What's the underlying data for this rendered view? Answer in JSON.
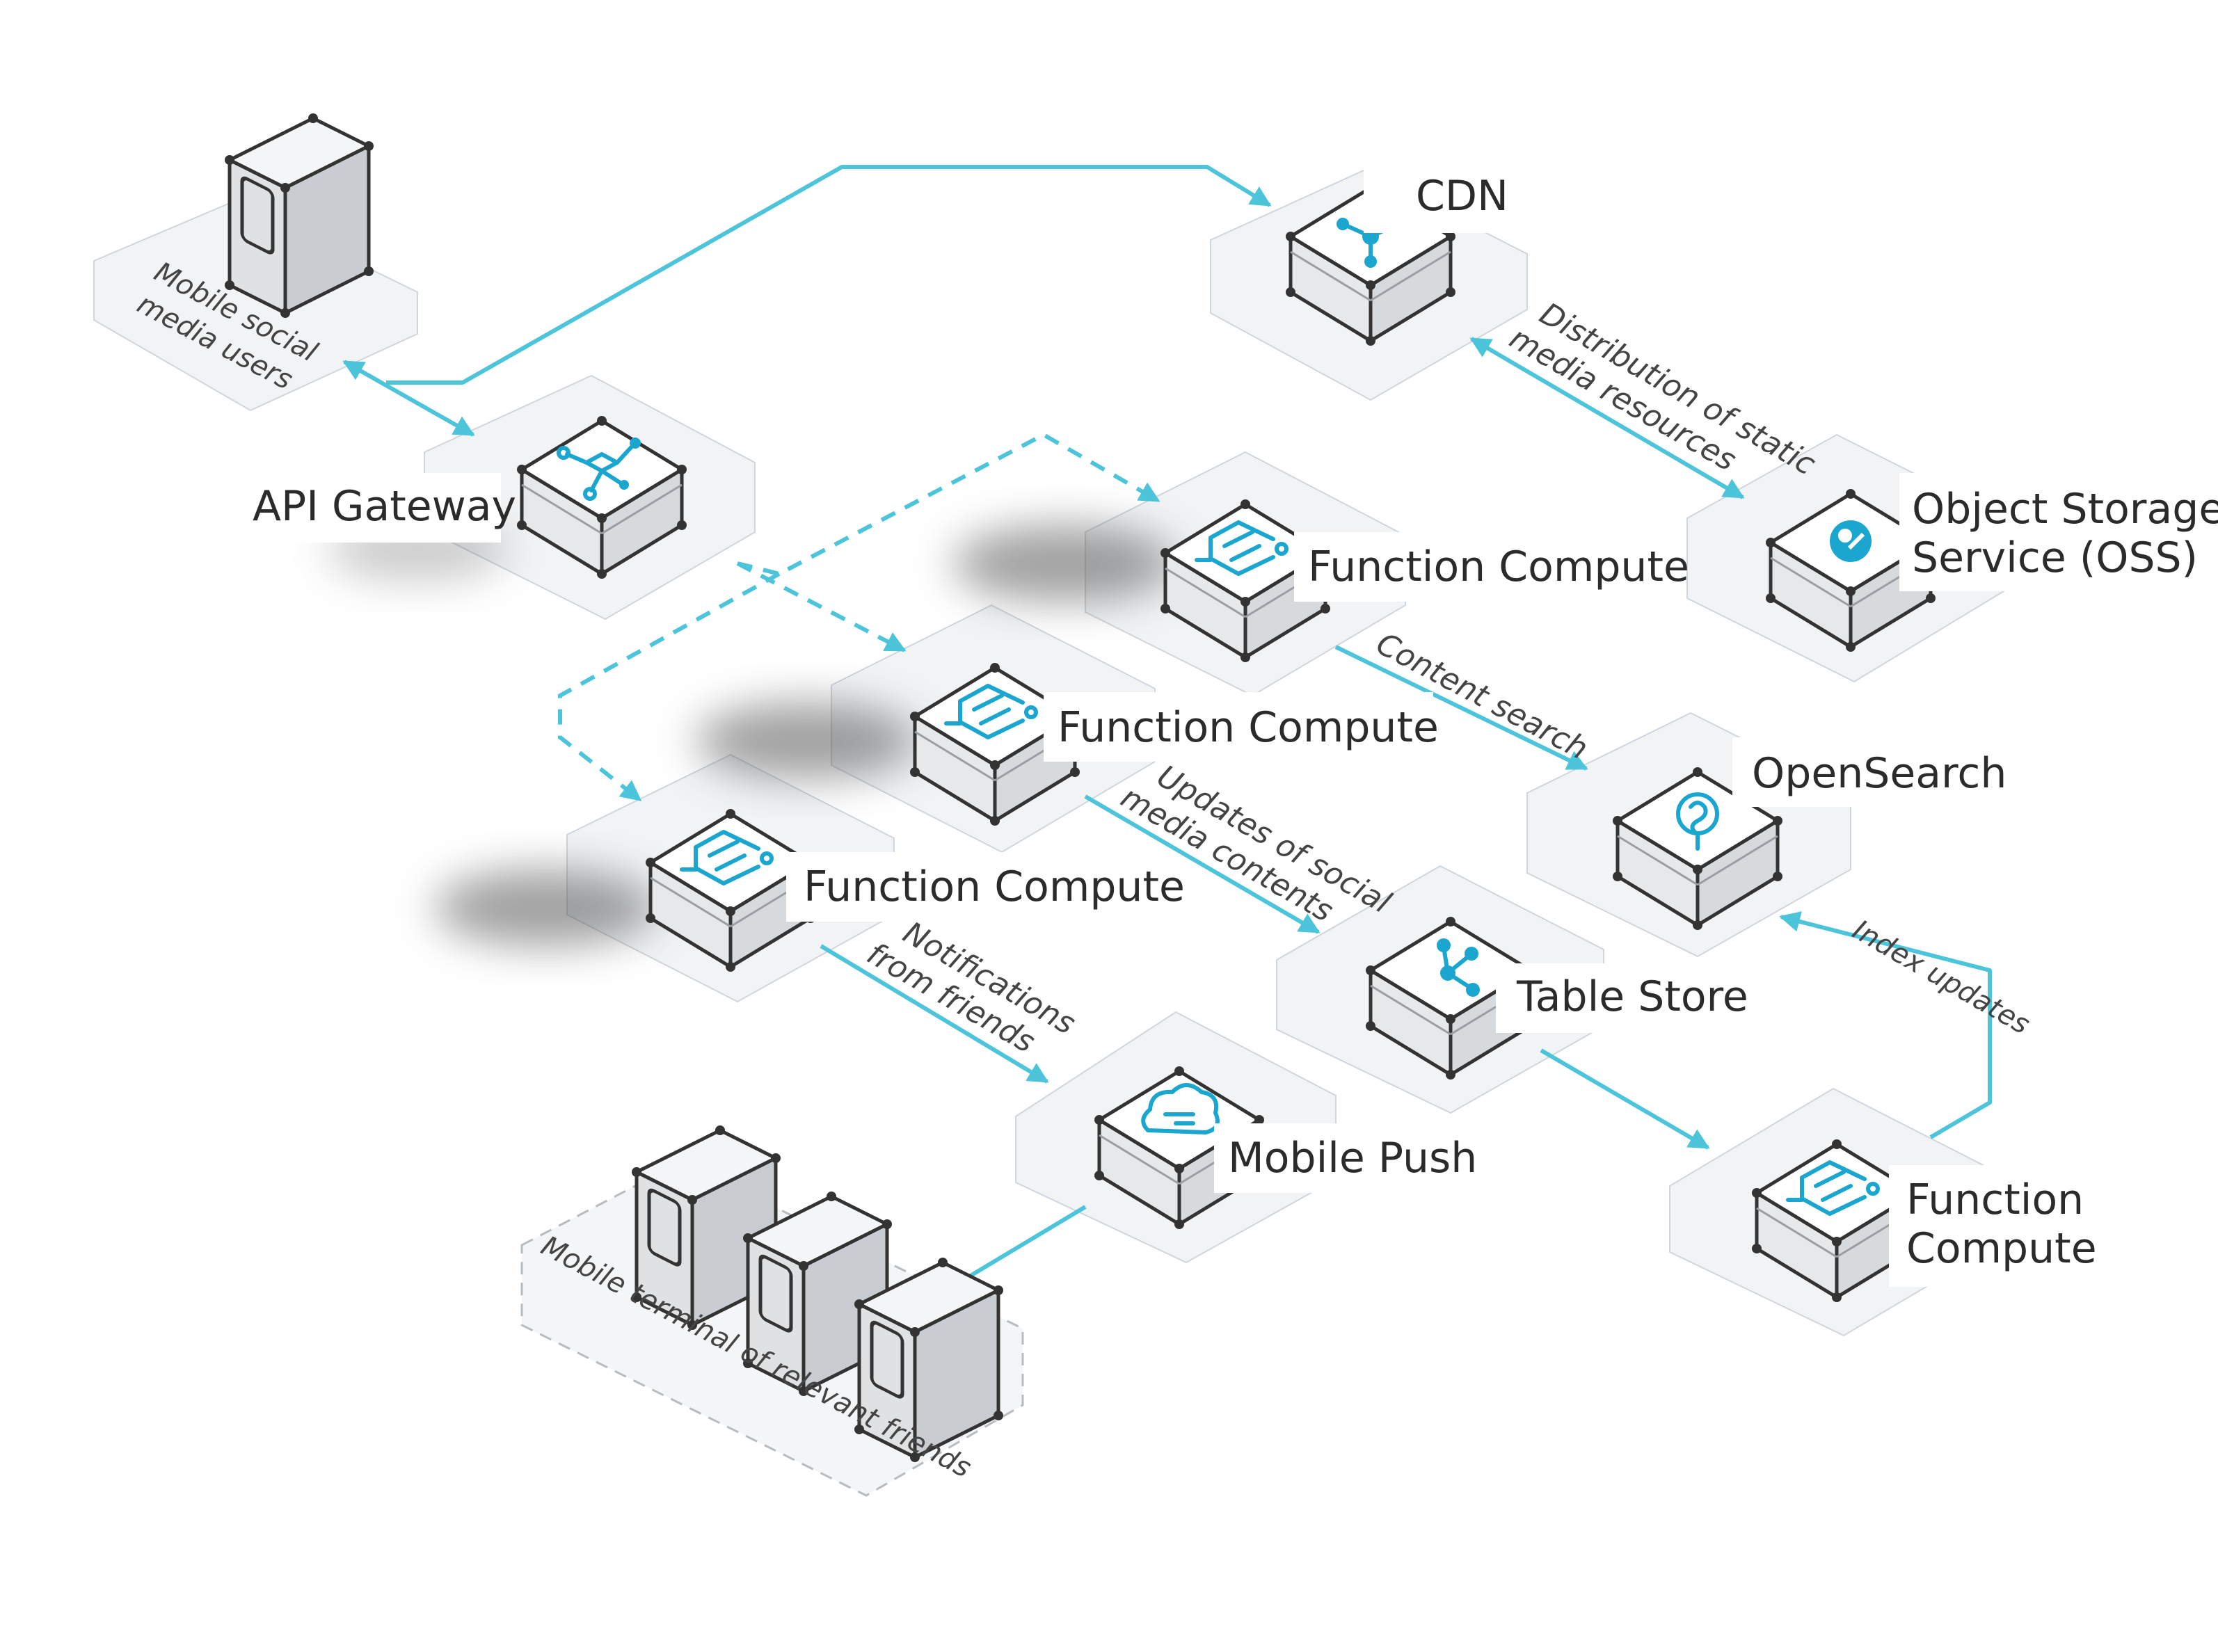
{
  "nodes": {
    "users": "Mobile social media users",
    "cdn": "CDN",
    "api_gateway": "API Gateway",
    "oss_line1": "Object Storage",
    "oss_line2": "Service (OSS)",
    "fc_top": "Function Compute",
    "fc_mid": "Function Compute",
    "fc_left": "Function Compute",
    "opensearch": "OpenSearch",
    "table_store": "Table Store",
    "mobile_push": "Mobile Push",
    "fc_right_line1": "Function",
    "fc_right_line2": "Compute",
    "friends": "Mobile terminal of relevant friends"
  },
  "edge_labels": {
    "cdn_oss_line1": "Distribution of static",
    "cdn_oss_line2": "media resources",
    "content_search": "Content search",
    "updates_line1": "Updates of social",
    "updates_line2": "media contents",
    "notify_line1": "Notifications",
    "notify_line2": "from friends",
    "index_updates": "Index updates"
  },
  "users_label_lines": [
    "Mobile social",
    "media users"
  ],
  "colors": {
    "accent": "#4cc4da",
    "icon": "#1ba6cf",
    "text": "#2b2b2b"
  }
}
